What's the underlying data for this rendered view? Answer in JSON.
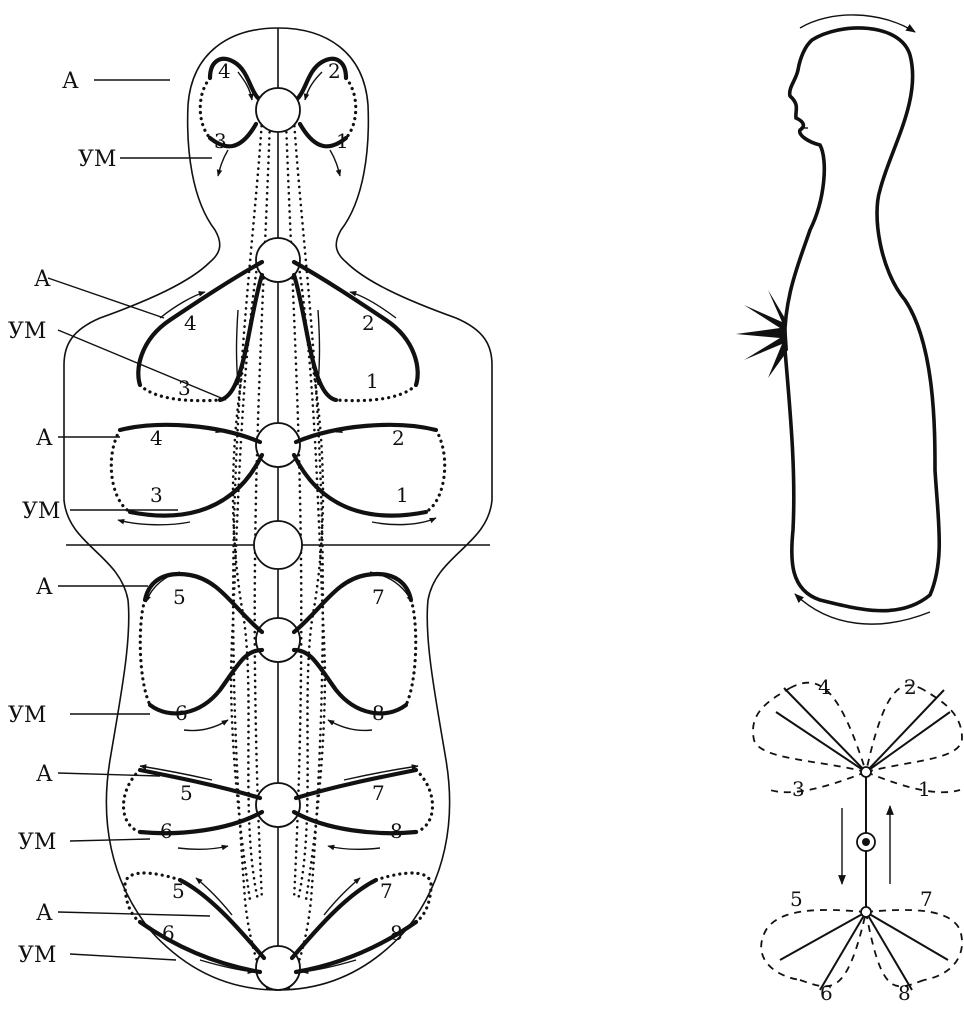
{
  "labels": {
    "a": "А",
    "um": "УМ"
  },
  "numbers": {
    "n1": "1",
    "n2": "2",
    "n3": "3",
    "n4": "4",
    "n5": "5",
    "n6": "6",
    "n7": "7",
    "n8": "8"
  },
  "colors": {
    "ink": "#111111",
    "background": "#ffffff"
  }
}
